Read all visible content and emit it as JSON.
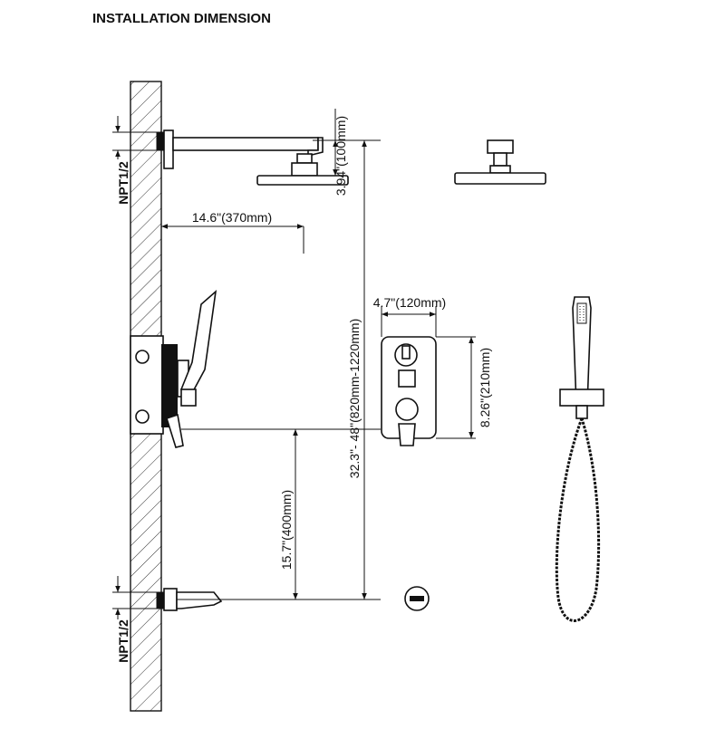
{
  "title": "INSTALLATION DIMENSION",
  "labels": {
    "arm_rise": "3.94\"(100mm)",
    "arm_length": "14.6\"(370mm)",
    "total_height": "32.3\"- 48\"(820mm-1220mm)",
    "valve_width": "4.7\"(120mm)",
    "valve_height": "8.26\"(210mm)",
    "valve_to_spout": "15.7\"(400mm)",
    "npt_top": "NPT1/2",
    "npt_bottom": "NPT1/2"
  }
}
